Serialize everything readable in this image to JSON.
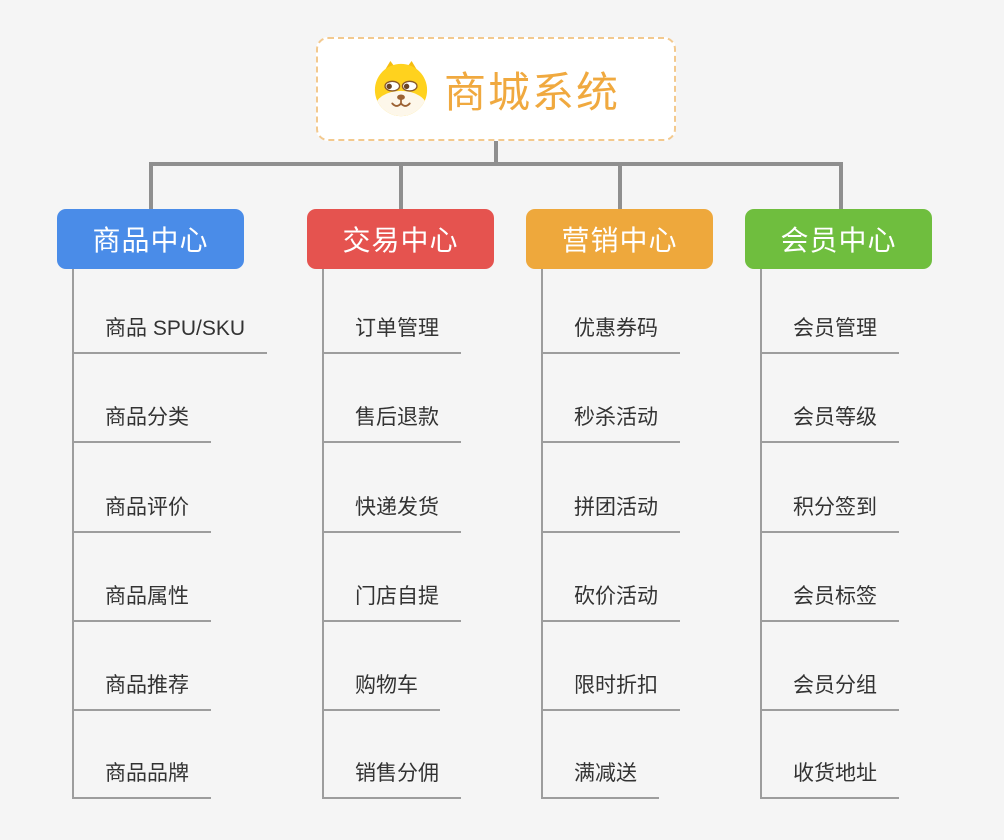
{
  "root": {
    "title": "商城系统",
    "icon": "dog-face-icon",
    "title_color": "#f0a93f",
    "border_color": "#f3c98e"
  },
  "branches": [
    {
      "label": "商品中心",
      "color": "#4a8ce8",
      "items": [
        "商品 SPU/SKU",
        "商品分类",
        "商品评价",
        "商品属性",
        "商品推荐",
        "商品品牌"
      ]
    },
    {
      "label": "交易中心",
      "color": "#e5534f",
      "items": [
        "订单管理",
        "售后退款",
        "快递发货",
        "门店自提",
        "购物车",
        "销售分佣"
      ]
    },
    {
      "label": "营销中心",
      "color": "#eea83c",
      "items": [
        "优惠券码",
        "秒杀活动",
        "拼团活动",
        "砍价活动",
        "限时折扣",
        "满减送"
      ]
    },
    {
      "label": "会员中心",
      "color": "#6fbe3e",
      "items": [
        "会员管理",
        "会员等级",
        "积分签到",
        "会员标签",
        "会员分组",
        "收货地址"
      ]
    }
  ],
  "colors": {
    "background": "#f5f5f5",
    "connector": "#8f8f8f",
    "trunk_line": "#9d9d9d",
    "item_text": "#333333",
    "root_background": "#ffffff"
  }
}
